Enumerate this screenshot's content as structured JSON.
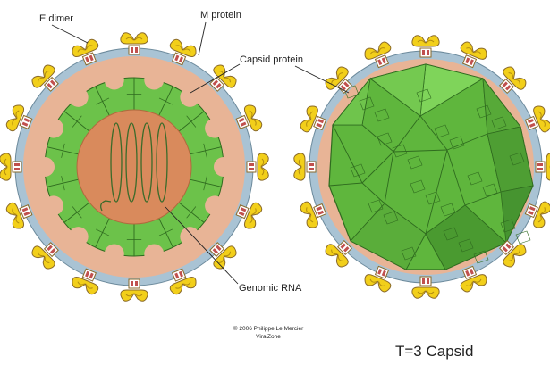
{
  "labels": {
    "e_dimer": "E dimer",
    "m_protein": "M protein",
    "capsid_protein": "Capsid protein",
    "genomic_rna": "Genomic RNA",
    "t3_capsid": "T=3 Capsid",
    "credit_line1": "© 2006 Philippe Le Mercier",
    "credit_line2": "ViralZone"
  },
  "colors": {
    "envelope": "#a9c3d4",
    "matrix": "#e8b496",
    "capsid_green": "#6cc24a",
    "capsid_dark": "#3f8f2a",
    "core": "#d98a5c",
    "spike": "#f2cf1a",
    "rna": "#3a6b2a"
  },
  "icons": [
    "e-dimer-spike",
    "m-protein-icon",
    "capsid-protein-subunit",
    "rna-coil"
  ]
}
